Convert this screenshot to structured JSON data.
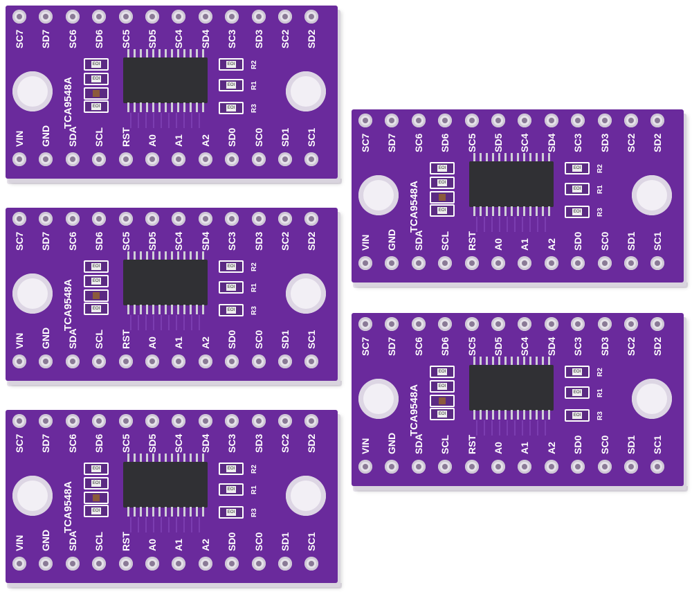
{
  "boards": [
    {
      "id": "board-1"
    },
    {
      "id": "board-2"
    },
    {
      "id": "board-3"
    },
    {
      "id": "board-4"
    },
    {
      "id": "board-5"
    }
  ],
  "chip_label": "TCA9548A",
  "top_pins": [
    "SC7",
    "SD7",
    "SC6",
    "SD6",
    "SC5",
    "SD5",
    "SC4",
    "SD4",
    "SC3",
    "SD3",
    "SC2",
    "SD2"
  ],
  "bottom_pins": [
    "VIN",
    "GND",
    "SDA",
    "SCL",
    "RST",
    "A0",
    "A1",
    "A2",
    "SD0",
    "SC0",
    "SD1",
    "SC1"
  ],
  "resistor_labels": [
    "R2",
    "R1",
    "R3"
  ],
  "smd_marking": "EOI",
  "colors": {
    "pcb": "#6a2a9c",
    "pad": "#e6e2ea",
    "chip": "#303034",
    "silkscreen": "#ffffff"
  }
}
